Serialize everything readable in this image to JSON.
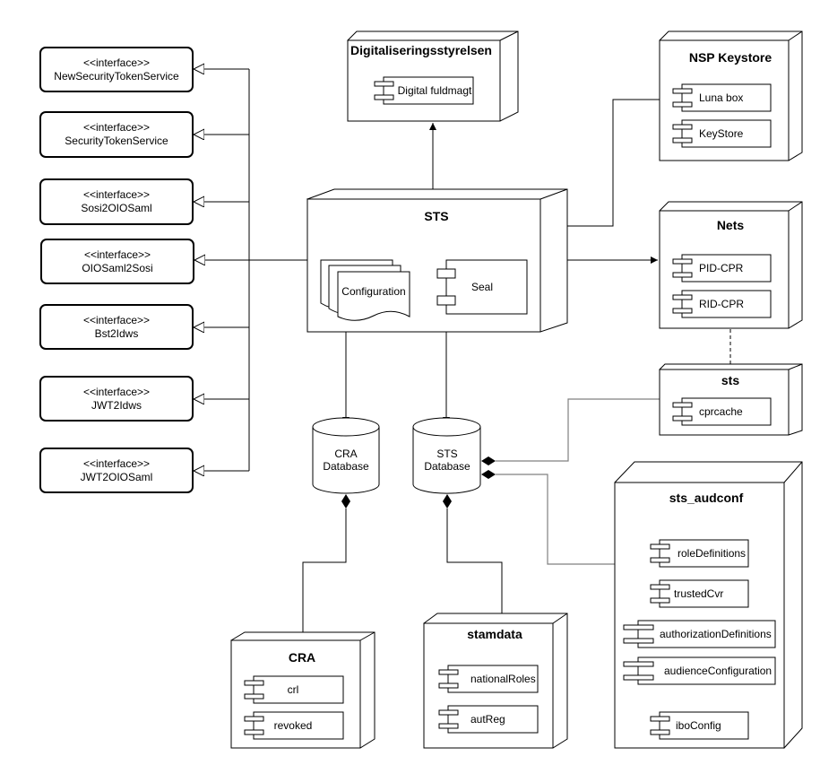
{
  "interfaces": [
    {
      "stereotype": "<<interface>>",
      "name": "NewSecurityTokenService"
    },
    {
      "stereotype": "<<interface>>",
      "name": "SecurityTokenService"
    },
    {
      "stereotype": "<<interface>>",
      "name": "Sosi2OIOSaml"
    },
    {
      "stereotype": "<<interface>>",
      "name": "OIOSaml2Sosi"
    },
    {
      "stereotype": "<<interface>>",
      "name": "Bst2Idws"
    },
    {
      "stereotype": "<<interface>>",
      "name": "JWT2Idws"
    },
    {
      "stereotype": "<<interface>>",
      "name": "JWT2OIOSaml"
    }
  ],
  "nodes": {
    "digst": {
      "title": "Digitaliseringsstyrelsen",
      "components": [
        "Digital fuldmagt"
      ]
    },
    "sts": {
      "title": "STS",
      "document": "Configuration",
      "component": "Seal"
    },
    "nsp": {
      "title": "NSP Keystore",
      "components": [
        "Luna box",
        "KeyStore"
      ]
    },
    "nets": {
      "title": "Nets",
      "components": [
        "PID-CPR",
        "RID-CPR"
      ]
    },
    "sts_small": {
      "title": "sts",
      "components": [
        "cprcache"
      ]
    },
    "audconf": {
      "title": "sts_audconf",
      "components": [
        "roleDefinitions",
        "trustedCvr",
        "authorizationDefinitions",
        "audienceConfiguration",
        "iboConfig"
      ]
    },
    "cra": {
      "title": "CRA",
      "components": [
        "crl",
        "revoked"
      ]
    },
    "stamdata": {
      "title": "stamdata",
      "components": [
        "nationalRoles",
        "autReg"
      ]
    }
  },
  "databases": {
    "cra_db": {
      "line1": "CRA",
      "line2": "Database"
    },
    "sts_db": {
      "line1": "STS",
      "line2": "Database"
    }
  }
}
